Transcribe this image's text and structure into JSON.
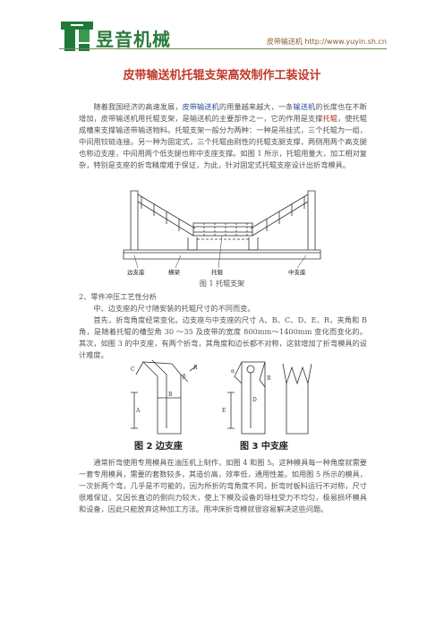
{
  "header": {
    "brand": "昱音机械",
    "site": "皮带输送机 http://www.yuyin.sh.cn"
  },
  "title": "皮带输送机托辊支架高效制作工装设计",
  "para1": {
    "part_a": "随着我国经济的高速发展，",
    "kw1": "皮带输送机",
    "part_b": "的用量越来越大，一条",
    "kw2": "输送机",
    "part_c": "的长度也在不断增加，皮带输送机用托辊支架，是输送机的主要部件之一，它的作用是支撑",
    "kw3": "托辊",
    "part_d": "，使托辊成槽来支撑输送带输送物料。托辊支架一般分为两种：一种是吊挂式，三个托辊为一组，中间用铰链连接。另一种为固定式，三个托辊由刚性的托辊支腿支撑，两侧用两个高支腿也称边支座，中间用两个低支腿也称中支座支撑。如图 1 所示，托辊用量大，加工相对复杂，特别是支座的折弯精度难于保证，为此，针对固定式托辊支座设计出折弯模具。"
  },
  "figure1": {
    "caption": "图 1   托辊支架",
    "labels": [
      "边支座",
      "横梁",
      "托辊",
      "中支座"
    ]
  },
  "section2": "2、零件冲压工艺性分析",
  "para2": "中、边支座的尺寸随安装的托辊尺寸的不同而变。",
  "para3": "首先，折弯角度经常变化。边支座与中支座的尺寸 A、B、C、D、E、R，夹角和 B 角，是随着托辊的槽型角 30 ～35 及皮带的宽度 800mm～1400mm 变化而变化的。其次，如图 3 的中支座，有两个折弯，其角度和边长都不对称，这就增加了折弯模具的设计难度。",
  "figure2": {
    "caption": "图 2   边支座",
    "dims": [
      "C",
      "β",
      "A",
      "B",
      "R"
    ]
  },
  "figure3": {
    "caption": "图 3   中支座",
    "dims": [
      "α",
      "R",
      "E",
      "D"
    ]
  },
  "para4": "通常折弯使用专用模具在油压机上制作，如图 4 和图 5。这种模具每一种角度就需要一套专用模具，需要的套数较多，其造价高，效率低，通用性差。如用图 5 所示的模具，一次折两个弯，几乎是不可能的，因为所折的弯角度不同，折弯时板料运行不对称，尺寸很难保证，又因长直边的侧向力较大，使上下模及设备的导柱受力不均匀，极易损坏模具和设备，因此只能放弃这种加工方法。用冲床折弯模就很容易解决这些问题。",
  "colors": {
    "brand": "#2a7a3b",
    "title": "#c0392b"
  }
}
